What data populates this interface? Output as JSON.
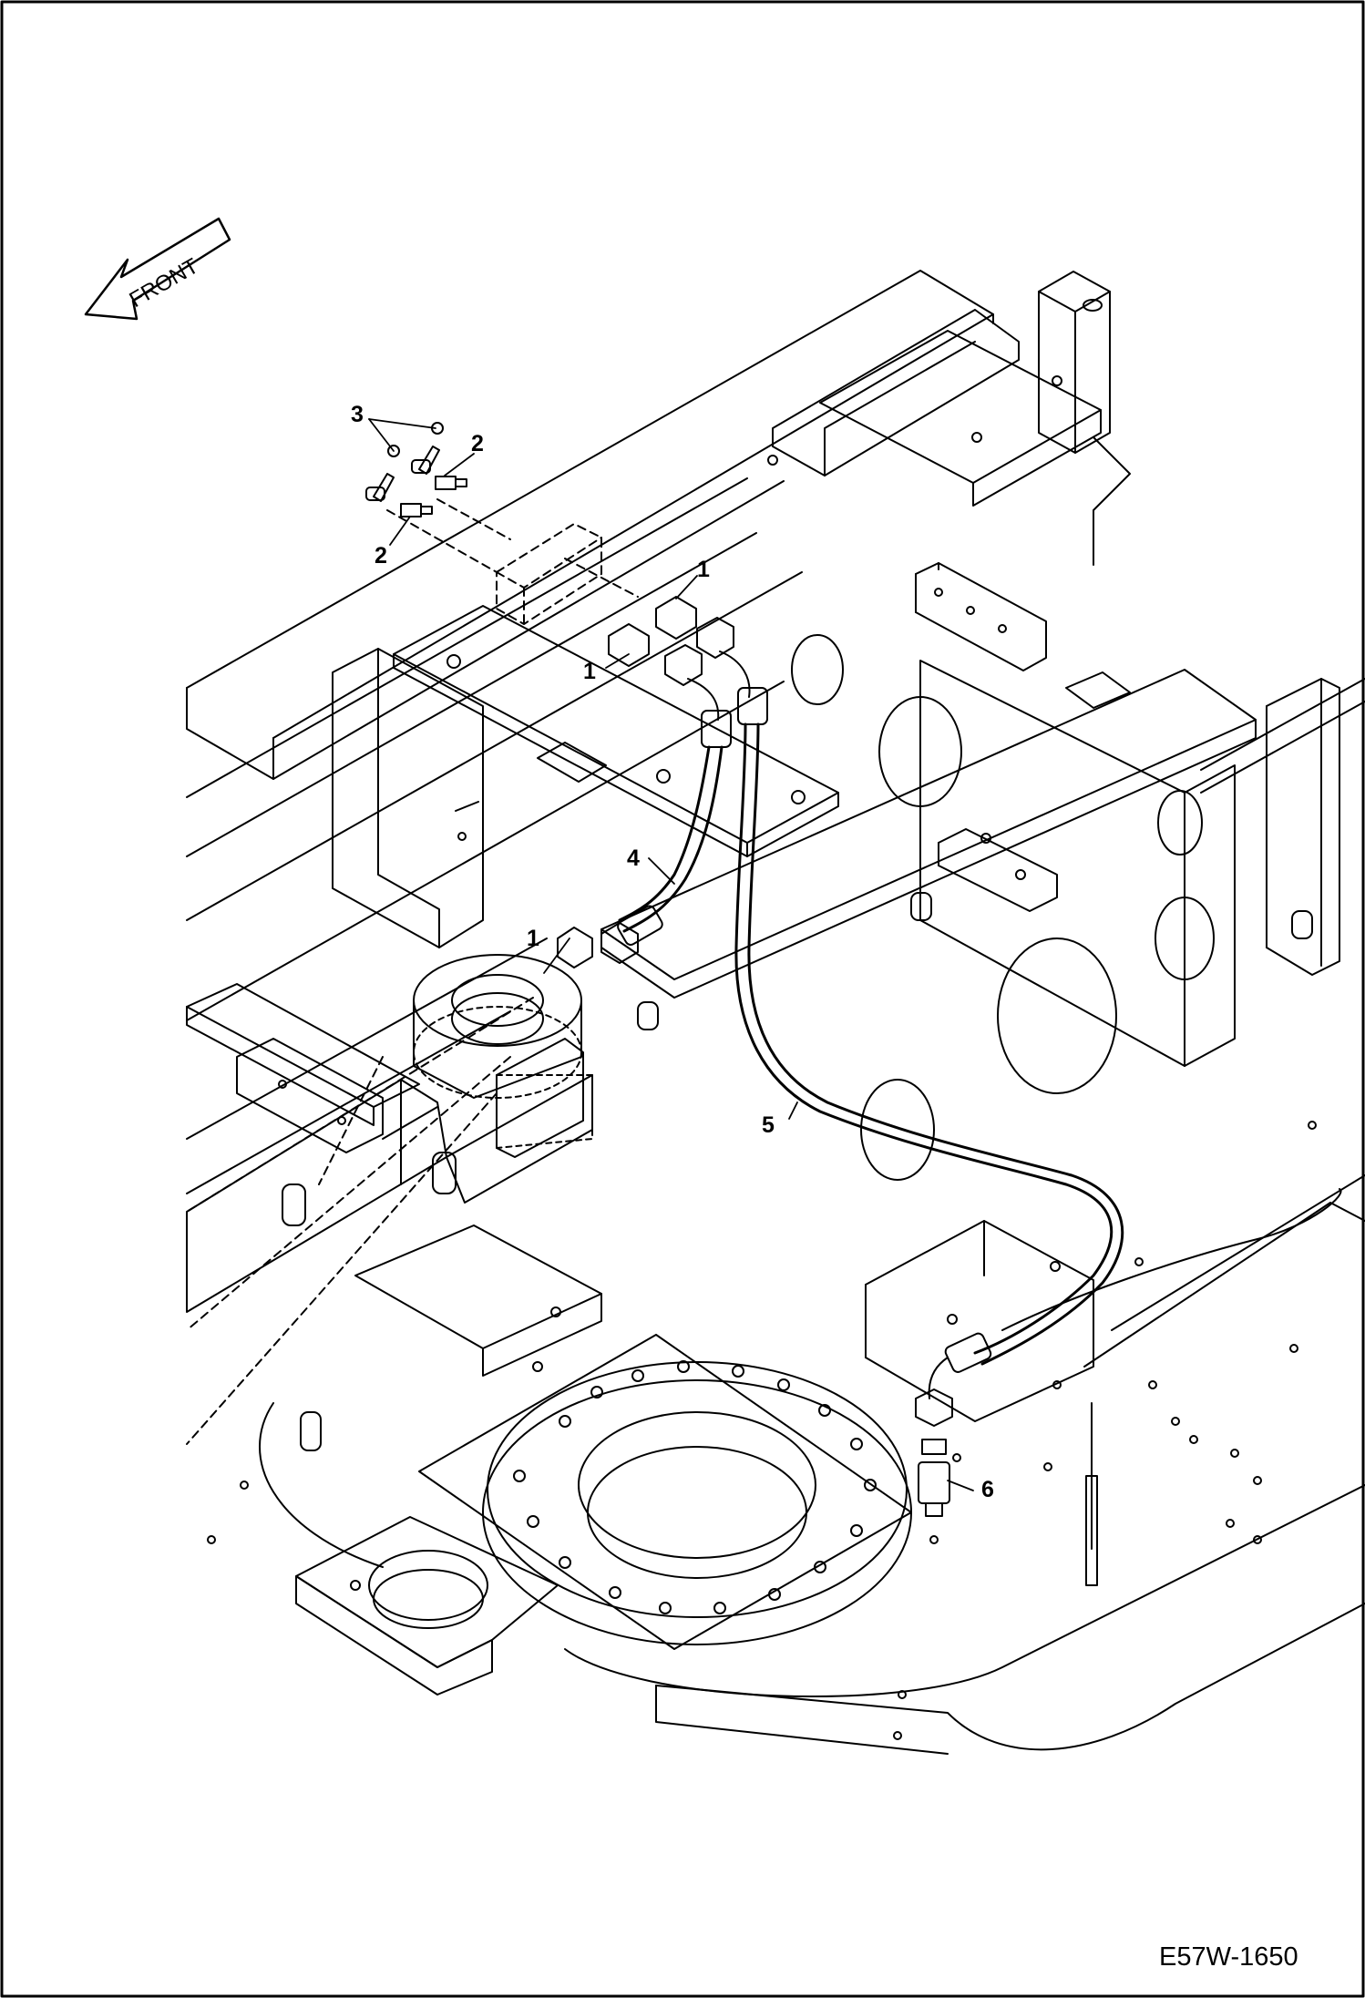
{
  "diagram": {
    "orientation_label": "FRONT",
    "drawing_code": "E57W-1650",
    "callouts": [
      {
        "id": "c3",
        "label": "3"
      },
      {
        "id": "c2a",
        "label": "2"
      },
      {
        "id": "c2b",
        "label": "2"
      },
      {
        "id": "c1a",
        "label": "1"
      },
      {
        "id": "c1b",
        "label": "1"
      },
      {
        "id": "c4",
        "label": "4"
      },
      {
        "id": "c1c",
        "label": "1"
      },
      {
        "id": "c5",
        "label": "5"
      },
      {
        "id": "c6",
        "label": "6"
      }
    ]
  }
}
